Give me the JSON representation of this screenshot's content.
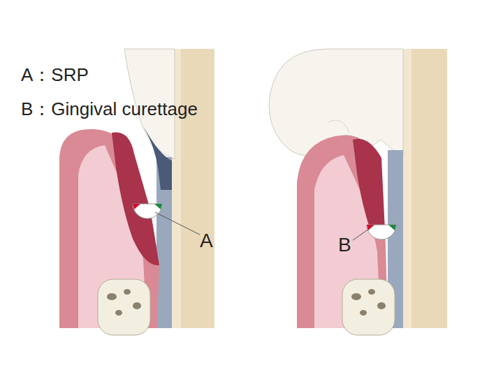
{
  "diagram": {
    "labels": [
      "A：SRP",
      "B：Gingival curettage",
      "A",
      "B"
    ]
  }
}
